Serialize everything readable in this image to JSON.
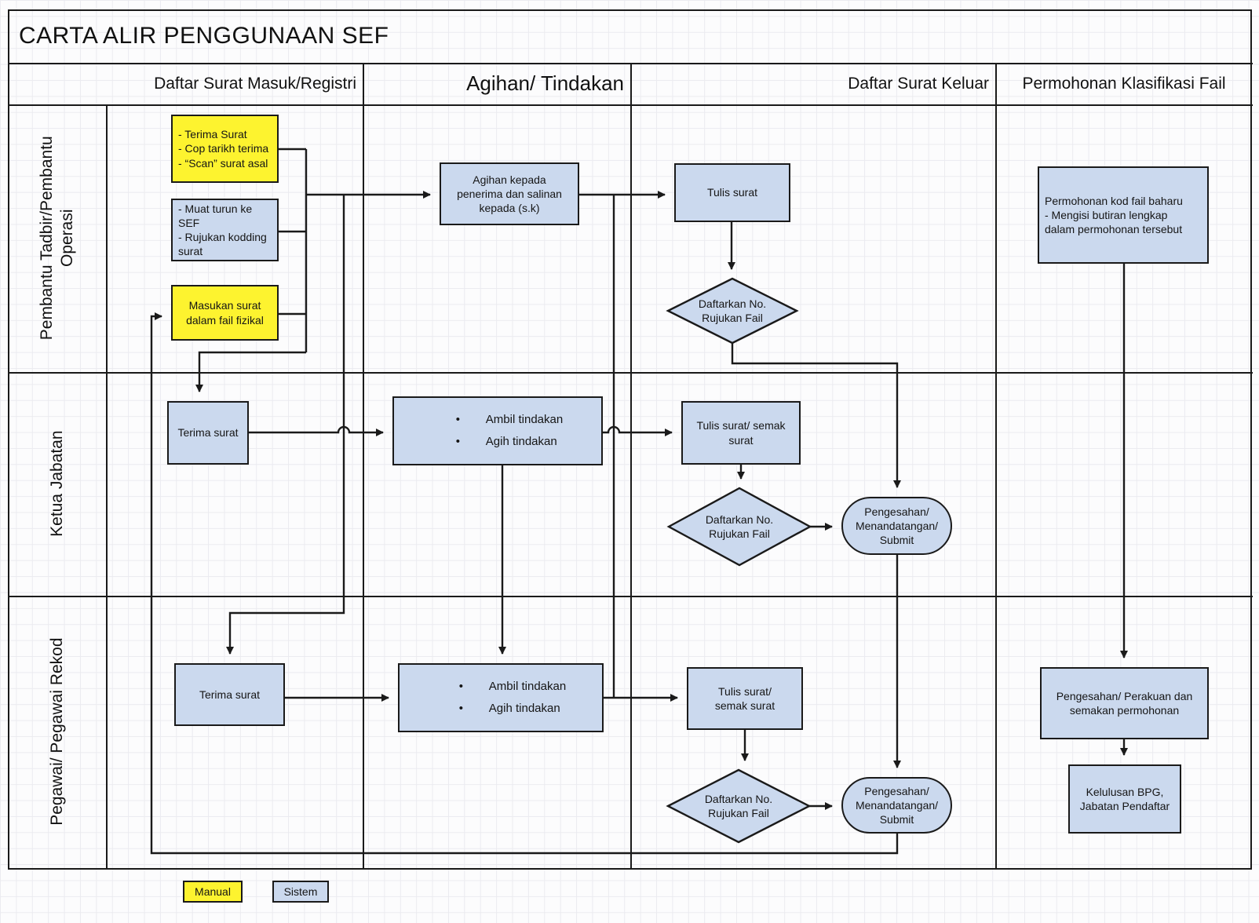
{
  "title": "CARTA ALIR PENGGUNAAN SEF",
  "columns": [
    "Daftar Surat Masuk/Registri",
    "Agihan/ Tindakan",
    "Daftar Surat Keluar",
    "Permohonan Klasifikasi Fail"
  ],
  "rows": [
    "Pembantu Tadbir/Pembantu Operasi",
    "Ketua Jabatan",
    "Pegawai/ Pegawai Rekod"
  ],
  "legend": {
    "manual": "Manual",
    "sistem": "Sistem"
  },
  "colors": {
    "manual": "#fdf32f",
    "sistem": "#cbd9ee",
    "line": "#1a1a1a"
  },
  "nodes": {
    "terima_cop_scan": {
      "text": "- Terima Surat\n- Cop tarikh terima\n- “Scan” surat asal",
      "type": "manual"
    },
    "muat_turun": {
      "text": "- Muat turun ke\nSEF\n- Rujukan kodding\nsurat",
      "type": "sistem"
    },
    "masukan_surat": {
      "text": "Masukan surat\ndalam fail fizikal",
      "type": "manual"
    },
    "agihan": {
      "text": "Agihan kepada\npenerima dan salinan\nkepada (s.k)",
      "type": "sistem"
    },
    "tulis_surat": {
      "text": "Tulis surat",
      "type": "sistem"
    },
    "daftarkan_no_1": {
      "text": "Daftarkan No.\nRujukan Fail",
      "type": "sistem"
    },
    "permohonan_kod": {
      "text": "Permohonan kod fail baharu\n- Mengisi butiran lengkap\ndalam permohonan tersebut",
      "type": "sistem"
    },
    "terima_surat_kj": {
      "text": "Terima surat",
      "type": "sistem"
    },
    "ambil_agih_kj": {
      "items": [
        "Ambil tindakan",
        "Agih tindakan"
      ],
      "type": "sistem"
    },
    "tulis_semak_kj": {
      "text": "Tulis surat/ semak\nsurat",
      "type": "sistem"
    },
    "daftarkan_no_2": {
      "text": "Daftarkan No.\nRujukan Fail",
      "type": "sistem"
    },
    "pengesahan_kj": {
      "text": "Pengesahan/\nMenandatangan/\nSubmit",
      "type": "sistem"
    },
    "terima_surat_pr": {
      "text": "Terima surat",
      "type": "sistem"
    },
    "ambil_agih_pr": {
      "items": [
        "Ambil tindakan",
        "Agih tindakan"
      ],
      "type": "sistem"
    },
    "tulis_semak_pr": {
      "text": "Tulis surat/\nsemak surat",
      "type": "sistem"
    },
    "daftarkan_no_3": {
      "text": "Daftarkan No.\nRujukan Fail",
      "type": "sistem"
    },
    "pengesahan_pr": {
      "text": "Pengesahan/\nMenandatangan/\nSubmit",
      "type": "sistem"
    },
    "perakuan": {
      "text": "Pengesahan/ Perakuan dan\nsemakan permohonan",
      "type": "sistem"
    },
    "kelulusan": {
      "text": "Kelulusan BPG,\nJabatan Pendaftar",
      "type": "sistem"
    }
  }
}
